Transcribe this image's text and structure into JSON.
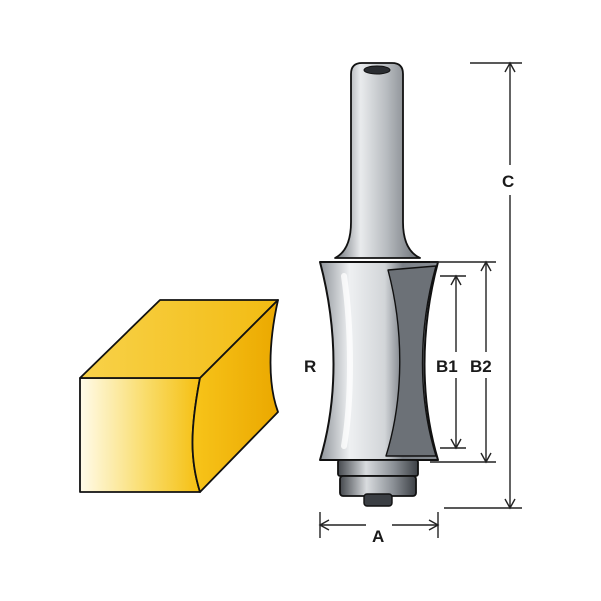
{
  "labels": {
    "radius": "R",
    "b1": "B1",
    "b2": "B2",
    "c": "C",
    "a": "A"
  },
  "colors": {
    "workpiece_front_left": "#fdf7dc",
    "workpiece_front_right": "#f7c51c",
    "workpiece_top": "#f7c93a",
    "workpiece_side": "#f0b000",
    "outline": "#111111",
    "bit_light": "#e4e6e8",
    "bit_mid": "#a9adb2",
    "bit_dark": "#5b6066",
    "dimension_line": "#222222"
  }
}
